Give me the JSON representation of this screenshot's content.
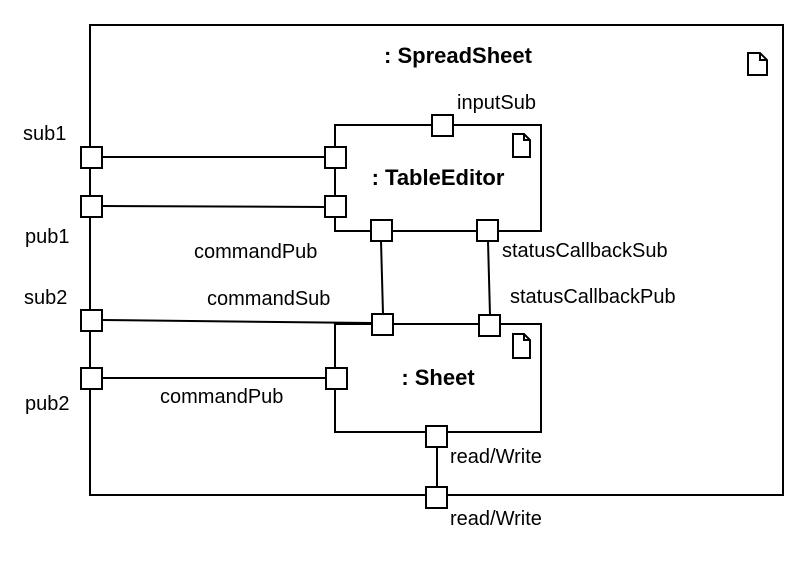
{
  "spreadsheet": {
    "title": ": SpreadSheet",
    "ports": {
      "sub1": "sub1",
      "pub1": "pub1",
      "sub2": "sub2",
      "pub2": "pub2",
      "read_write": "read/Write"
    }
  },
  "table_editor": {
    "title": ": TableEditor",
    "ports": {
      "input_sub": "inputSub",
      "command_pub": "commandPub",
      "status_callback_sub": "statusCallbackSub"
    }
  },
  "sheet": {
    "title": ": Sheet",
    "ports": {
      "command_sub": "commandSub",
      "status_callback_pub": "statusCallbackPub",
      "command_pub": "commandPub",
      "read_write": "read/Write"
    }
  },
  "icons": {
    "component": "document-icon"
  },
  "colors": {
    "stroke": "#000000",
    "fill": "#ffffff"
  }
}
